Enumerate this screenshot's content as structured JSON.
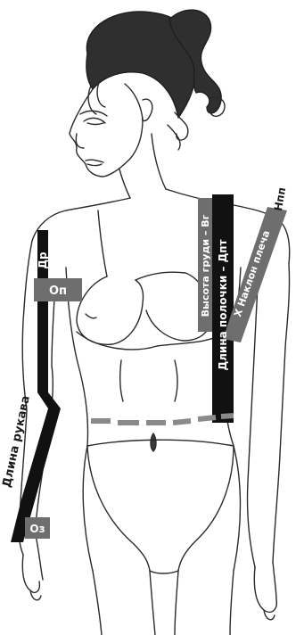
{
  "labels": {
    "dr": "Др",
    "op": "Оп",
    "sleeve_length": "Длина рукава",
    "oz": "Оз",
    "chest_height": "Высота груди – Вг",
    "bodice_length": "Длина полочки – Дпт",
    "shoulder_slope": "Х Наклон плеча",
    "npp": "Нпп"
  },
  "colors": {
    "tape_black": "#111111",
    "tape_grey": "#6e6e6e",
    "waist_dashes": "#8a8a8a",
    "line_art": "#2a2a2a"
  }
}
